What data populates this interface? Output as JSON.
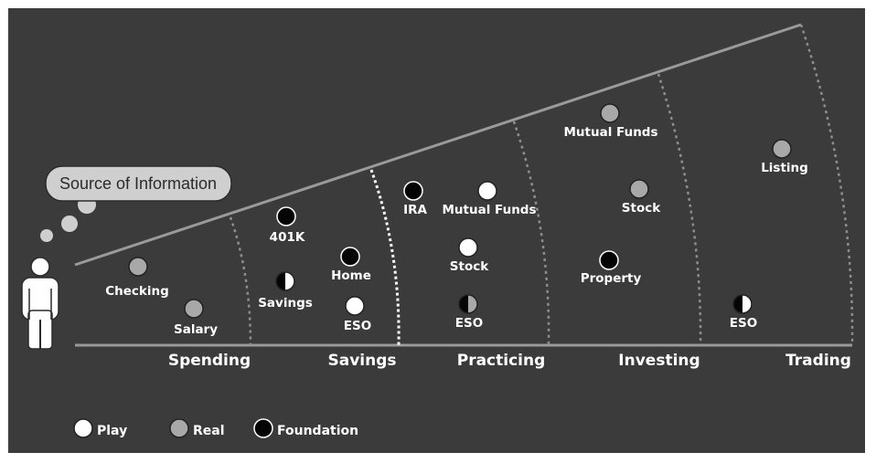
{
  "colors": {
    "background": "#3b3b3b",
    "play": "#ffffff",
    "real": "#a8a8a8",
    "foundation": "#050505",
    "line": "#9a9a9a",
    "text": "#ffffff",
    "bubble": "#cfcfcf"
  },
  "thought_bubble": {
    "text": "Source of Information"
  },
  "person": {
    "icon": "person-icon"
  },
  "stages": [
    {
      "id": "spending",
      "label": "Spending"
    },
    {
      "id": "savings",
      "label": "Savings"
    },
    {
      "id": "practicing",
      "label": "Practicing"
    },
    {
      "id": "investing",
      "label": "Investing"
    },
    {
      "id": "trading",
      "label": "Trading"
    }
  ],
  "items": [
    {
      "id": "checking",
      "label": "Checking",
      "stage": "spending",
      "type": "real"
    },
    {
      "id": "salary",
      "label": "Salary",
      "stage": "spending",
      "type": "real"
    },
    {
      "id": "401k",
      "label": "401K",
      "stage": "savings",
      "type": "foundation"
    },
    {
      "id": "savings",
      "label": "Savings",
      "stage": "savings",
      "type": "half"
    },
    {
      "id": "home",
      "label": "Home",
      "stage": "savings",
      "type": "foundation"
    },
    {
      "id": "eso-savings",
      "label": "ESO",
      "stage": "savings",
      "type": "play"
    },
    {
      "id": "ira",
      "label": "IRA",
      "stage": "practicing",
      "type": "foundation"
    },
    {
      "id": "mutual-funds-practicing",
      "label": "Mutual Funds",
      "stage": "practicing",
      "type": "play"
    },
    {
      "id": "stock-practicing",
      "label": "Stock",
      "stage": "practicing",
      "type": "play"
    },
    {
      "id": "eso-practicing",
      "label": "ESO",
      "stage": "practicing",
      "type": "half-real"
    },
    {
      "id": "mutual-funds-investing",
      "label": "Mutual Funds",
      "stage": "investing",
      "type": "real"
    },
    {
      "id": "stock-investing",
      "label": "Stock",
      "stage": "investing",
      "type": "real"
    },
    {
      "id": "property",
      "label": "Property",
      "stage": "investing",
      "type": "foundation"
    },
    {
      "id": "listing",
      "label": "Listing",
      "stage": "trading",
      "type": "real"
    },
    {
      "id": "eso-trading",
      "label": "ESO",
      "stage": "trading",
      "type": "half"
    }
  ],
  "legend": [
    {
      "id": "play",
      "label": "Play",
      "type": "play"
    },
    {
      "id": "real",
      "label": "Real",
      "type": "real"
    },
    {
      "id": "foundation",
      "label": "Foundation",
      "type": "foundation"
    }
  ]
}
